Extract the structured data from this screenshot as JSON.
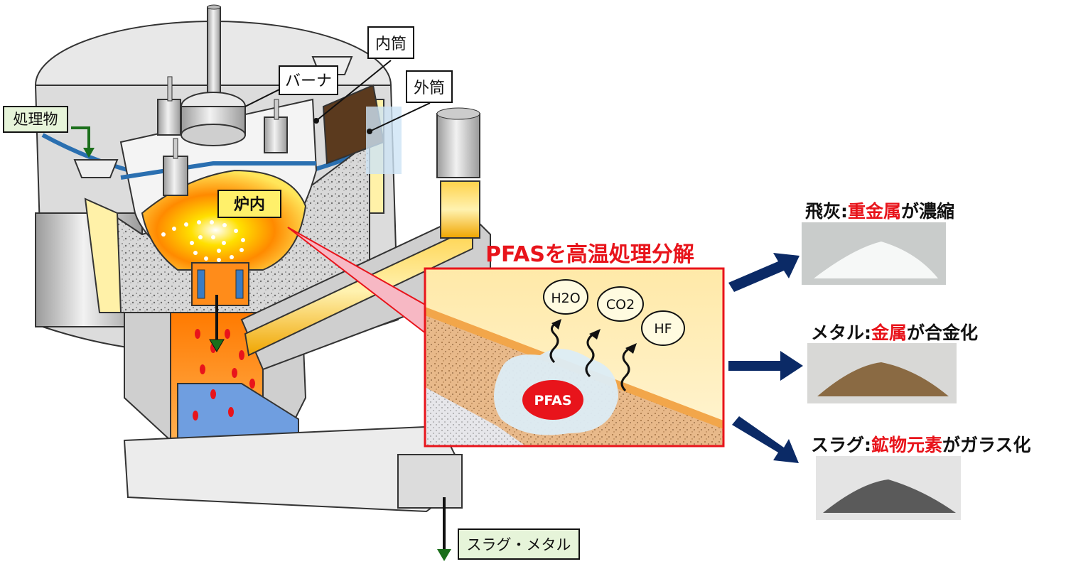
{
  "labels": {
    "inner_tube": "内筒",
    "outer_tube": "外筒",
    "burner": "バーナ",
    "input": "処理物",
    "furnace_inside": "炉内",
    "output": "スラグ・メタル",
    "pfas_title": "PFASを高温処理分解",
    "pfas_blob": "PFAS",
    "h2o": "H2O",
    "co2": "CO2",
    "hf": "HF"
  },
  "products": [
    {
      "name": "飛灰",
      "sep": ":",
      "highlight": "重金属",
      "rest": "が濃縮",
      "sample_color": "#e9ecec"
    },
    {
      "name": "メタル",
      "sep": ":",
      "highlight": "金属",
      "rest": "が合金化",
      "sample_color": "#8a6a43"
    },
    {
      "name": "スラグ",
      "sep": ":",
      "highlight": "鉱物元素",
      "rest": "がガラス化",
      "sample_color": "#5a5a5a"
    }
  ],
  "colors": {
    "accent_red": "#e8141b",
    "arrow_navy": "#0b2a66",
    "arrow_green": "#1b6f1b",
    "label_green_bg": "#e6f4d9",
    "furnace_yellow": "#fff1a8",
    "cream": "#ffeec2"
  }
}
